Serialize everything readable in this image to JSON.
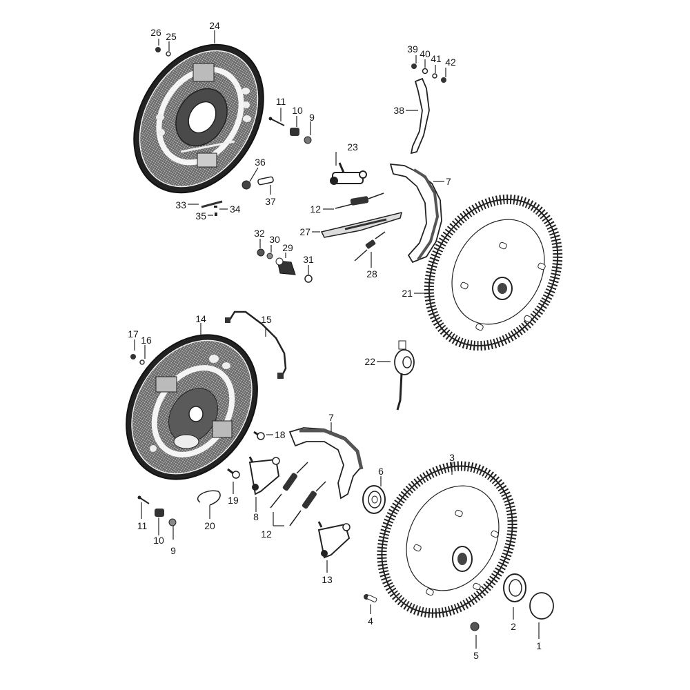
{
  "diagram": {
    "title": "",
    "type": "exploded-parts-diagram",
    "subject": "drum brake assembly (front and rear)",
    "colors": {
      "ink": "#1a1a1a",
      "paper": "#ffffff",
      "shade": "#555555"
    }
  },
  "labels": {
    "p1": "1",
    "p2": "2",
    "p3": "3",
    "p4": "4",
    "p5": "5",
    "p6": "6",
    "p7a": "7",
    "p7b": "7",
    "p8": "8",
    "p9a": "9",
    "p9b": "9",
    "p10a": "10",
    "p10b": "10",
    "p11a": "11",
    "p11b": "11",
    "p12a": "12",
    "p12b": "12",
    "p13": "13",
    "p14": "14",
    "p15": "15",
    "p16": "16",
    "p17": "17",
    "p18": "18",
    "p19": "19",
    "p20": "20",
    "p21": "21",
    "p22": "22",
    "p23": "23",
    "p24": "24",
    "p25": "25",
    "p26": "26",
    "p27": "27",
    "p28": "28",
    "p29": "29",
    "p30": "30",
    "p31": "31",
    "p32": "32",
    "p33": "33",
    "p34": "34",
    "p35": "35",
    "p36": "36",
    "p37": "37",
    "p38": "38",
    "p39": "39",
    "p40": "40",
    "p41": "41",
    "p42": "42"
  }
}
